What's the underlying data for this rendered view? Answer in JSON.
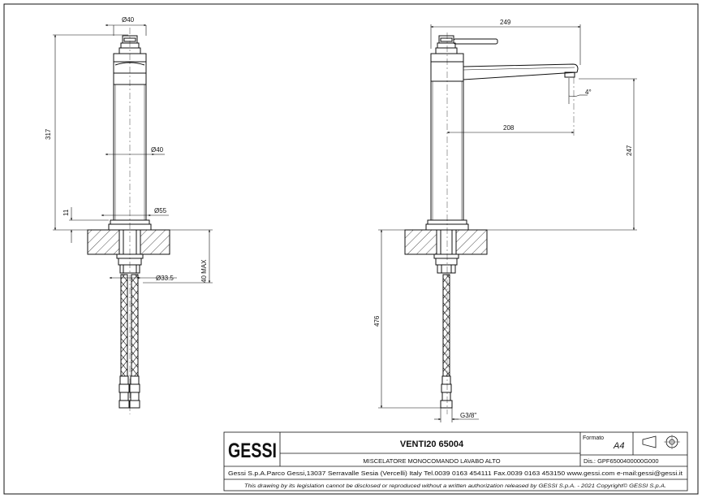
{
  "front_view": {
    "dims": {
      "top_diameter": "Ø40",
      "height_total": "317",
      "body_diameter": "Ø40",
      "base_height": "11",
      "base_diameter": "Ø55",
      "hole_diameter": "Ø33.5",
      "max_thickness": "40 MAX"
    }
  },
  "side_view": {
    "dims": {
      "overall_length": "249",
      "spout_angle": "4°",
      "spout_reach": "208",
      "spout_height": "247",
      "hose_length": "476",
      "connection": "G3/8\""
    }
  },
  "title_block": {
    "logo": "GESSI",
    "product_title": "VENTI20 65004",
    "product_subtitle": "MISCELATORE MONOCOMANDO LAVABO ALTO",
    "format_label": "Formato",
    "format_value": "A4",
    "drawing_number": "Dis.: GPF6500400000G000",
    "company_info": "Gessi S.p.A.Parco Gessi,13037 Serravalle Sesia (Vercelli) Italy Tel.0039 0163 454111 Fax.0039 0163 453150 www.gessi.com e-mail:gessi@gessi.it",
    "legal_note": "This drawing by its legislation cannot be disclosed or reproduced without a written authorization released by GESSI S.p.A. - 2021 Copyright© GESSI S.p.A."
  }
}
